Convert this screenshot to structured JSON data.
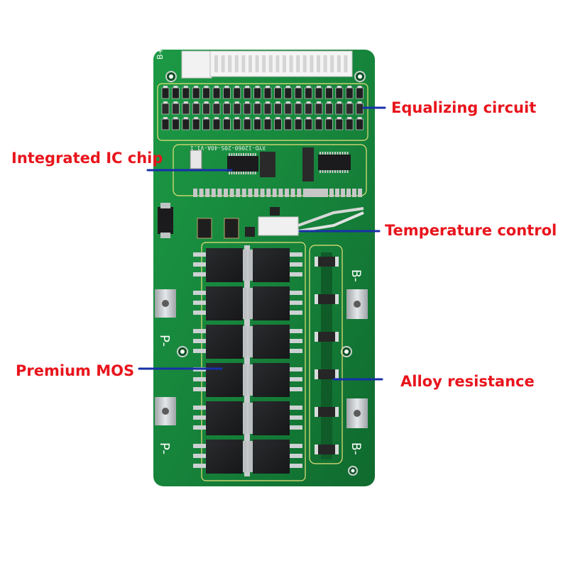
{
  "labels": {
    "equalizing_circuit": "Equalizing circuit",
    "integrated_ic_chip": "Integrated IC chip",
    "temperature_control": "Temperature control",
    "premium_mos": "Premium MOS",
    "alloy_resistance": "Alloy resistance"
  },
  "board": {
    "silk_bplus": "B+",
    "silk_bminus_top": "B-",
    "silk_bminus_bottom": "B-",
    "silk_pminus_top": "P-",
    "silk_pminus_bottom": "P-",
    "silk_model": "XYD-12060-20S-40A-V1.1"
  },
  "colors": {
    "label": "#e8141c",
    "leader": "#1730a8",
    "board_green": "#17853a",
    "mosfet_body": "#1e1f21"
  }
}
